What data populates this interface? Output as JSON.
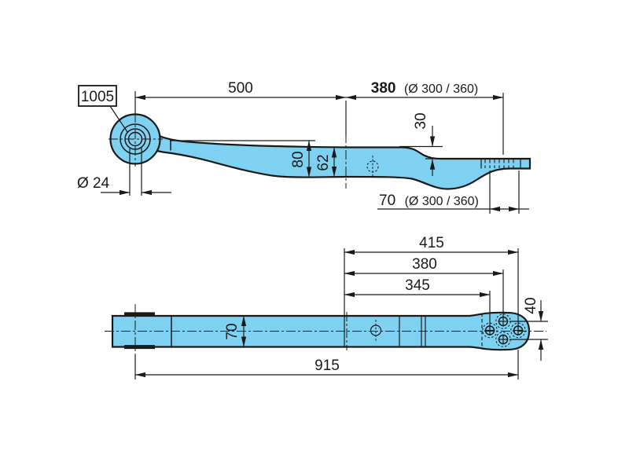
{
  "drawing": {
    "part_label": "1005",
    "side_view": {
      "dim_500": "500",
      "dim_380": "380",
      "dim_380_note": "(Ø 300 / 360)",
      "dim_30": "30",
      "dim_80": "80",
      "dim_62": "62",
      "dim_70": "70",
      "dim_70_note": "(Ø 300 / 360)",
      "dim_eye_bore": "Ø 24"
    },
    "plan_view": {
      "dim_415": "415",
      "dim_380": "380",
      "dim_345": "345",
      "dim_70": "70",
      "dim_40": "40",
      "dim_915": "915"
    },
    "colors": {
      "part_fill": "#7ed1f0",
      "bushing_outer": "#9c9c9c",
      "bushing_inner": "#c9c9c9",
      "bore_fill": "#ffffff",
      "line": "#1a1a1a",
      "background": "#ffffff"
    }
  }
}
